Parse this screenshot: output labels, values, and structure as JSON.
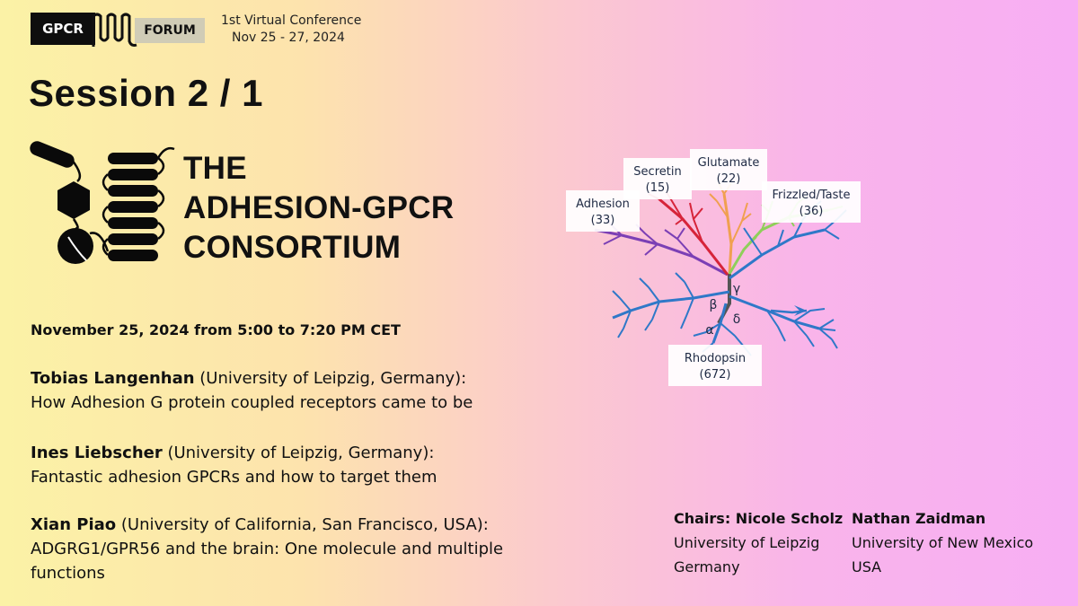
{
  "header": {
    "logo_left": "GPCR",
    "logo_right": "FORUM",
    "conference": "1st Virtual Conference",
    "dates": "Nov 25 - 27, 2024"
  },
  "session": {
    "title": "Session 2 / 1",
    "consortium_line1": "THE",
    "consortium_line2": "ADHESION-GPCR",
    "consortium_line3": "CONSORTIUM",
    "date": "November 25, 2024 from 5:00 to 7:20 PM CET"
  },
  "talks": [
    {
      "speaker": "Tobias Langenhan",
      "affiliation": " (University of Leipzig, Germany):",
      "title": "How Adhesion G protein coupled receptors came to be"
    },
    {
      "speaker": "Ines Liebscher",
      "affiliation": " (University of Leipzig, Germany):",
      "title": "Fantastic adhesion GPCRs and how to target them"
    },
    {
      "speaker": "Xian Piao",
      "affiliation": " (University of California, San Francisco, USA):",
      "title": "ADGRG1/GPR56 and the brain:  One molecule and multiple functions"
    }
  ],
  "tree": {
    "labels": [
      {
        "name": "Adhesion",
        "count": "(33)"
      },
      {
        "name": "Secretin",
        "count": "(15)"
      },
      {
        "name": "Glutamate",
        "count": "(22)"
      },
      {
        "name": "Frizzled/Taste",
        "count": "(36)"
      },
      {
        "name": "Rhodopsin",
        "count": "(672)"
      }
    ],
    "greek": [
      "β",
      "γ",
      "α",
      "δ"
    ],
    "colors": {
      "adhesion": "#7b3fb5",
      "secretin": "#d6243a",
      "glutamate": "#f0a050",
      "frizzled": "#8fcf5a",
      "rhodopsin": "#2f78c8",
      "trunk": "#555555"
    }
  },
  "chairs": [
    {
      "name": "Chairs: Nicole Scholz",
      "line1": "University of Leipzig",
      "line2": "Germany"
    },
    {
      "name": "Nathan Zaidman",
      "line1": "University of New Mexico",
      "line2": "USA"
    }
  ]
}
